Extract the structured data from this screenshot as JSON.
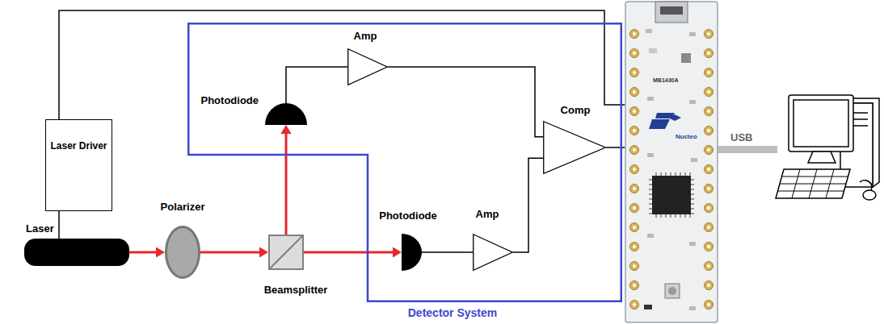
{
  "diagram": {
    "nodes": [
      {
        "text": [
          "Laser Driver"
        ]
      },
      {
        "text": [
          "Laser"
        ]
      },
      {
        "text": [
          "Polarizer"
        ]
      },
      {
        "text": [
          "Beamsplitter"
        ]
      },
      {
        "text": [
          "Detector System"
        ]
      },
      {
        "text": [
          "Photodiode"
        ],
        "in": 4
      },
      {
        "text": [
          "Amp"
        ],
        "in": 4
      },
      {
        "text": [
          "Comp"
        ],
        "in": 4
      },
      {
        "text": [
          "Photodiode"
        ],
        "in": 4
      },
      {
        "text": [
          "Amp"
        ],
        "in": 4
      },
      {
        "text": [
          "MB1430A",
          "Nucleo"
        ]
      }
    ],
    "edges": [
      {
        "from": 0,
        "to": 1,
        "arrow": "none"
      },
      {
        "from": 0,
        "to": 10,
        "arrow": "none"
      },
      {
        "from": 1,
        "to": 2,
        "arrow": "to"
      },
      {
        "from": 2,
        "to": 3,
        "arrow": "to"
      },
      {
        "from": 3,
        "to": 5,
        "arrow": "to"
      },
      {
        "from": 3,
        "to": 8,
        "arrow": "to"
      },
      {
        "from": 5,
        "to": 6,
        "arrow": "none"
      },
      {
        "from": 8,
        "to": 9,
        "arrow": "none"
      },
      {
        "from": 6,
        "to": 7,
        "arrow": "none"
      },
      {
        "from": 9,
        "to": 7,
        "arrow": "none"
      },
      {
        "from": 7,
        "to": 10,
        "arrow": "none"
      }
    ],
    "labels": [
      "USB"
    ]
  }
}
